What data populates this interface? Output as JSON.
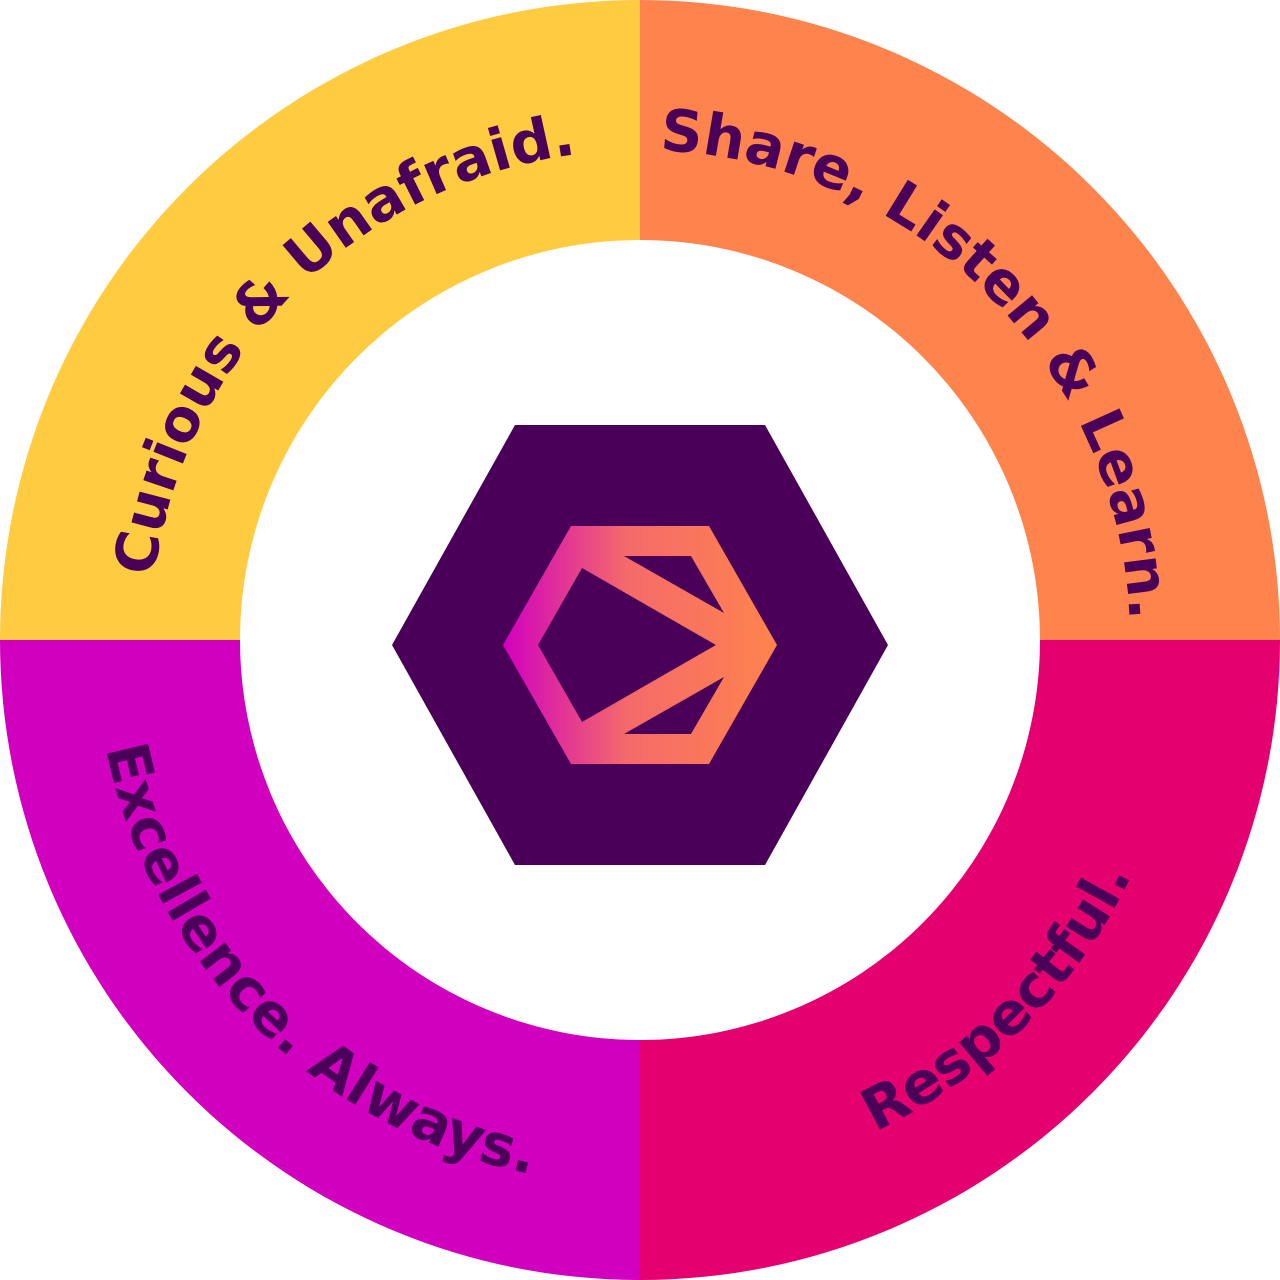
{
  "colors": {
    "yellow": "#FFCB40",
    "orange": "#FF834D",
    "pink": "#E4006E",
    "magenta": "#D100BF",
    "dark_purple": "#4A0058",
    "logo_gradient_start": "#D100BF",
    "logo_gradient_end": "#FF834D"
  },
  "values": [
    {
      "label": "Curious & Unafraid."
    },
    {
      "label": "Share, Listen & Learn."
    },
    {
      "label": "Respectful."
    },
    {
      "label": "Excellence. Always."
    }
  ],
  "center": {
    "icon": "hexagon-logo-icon"
  }
}
